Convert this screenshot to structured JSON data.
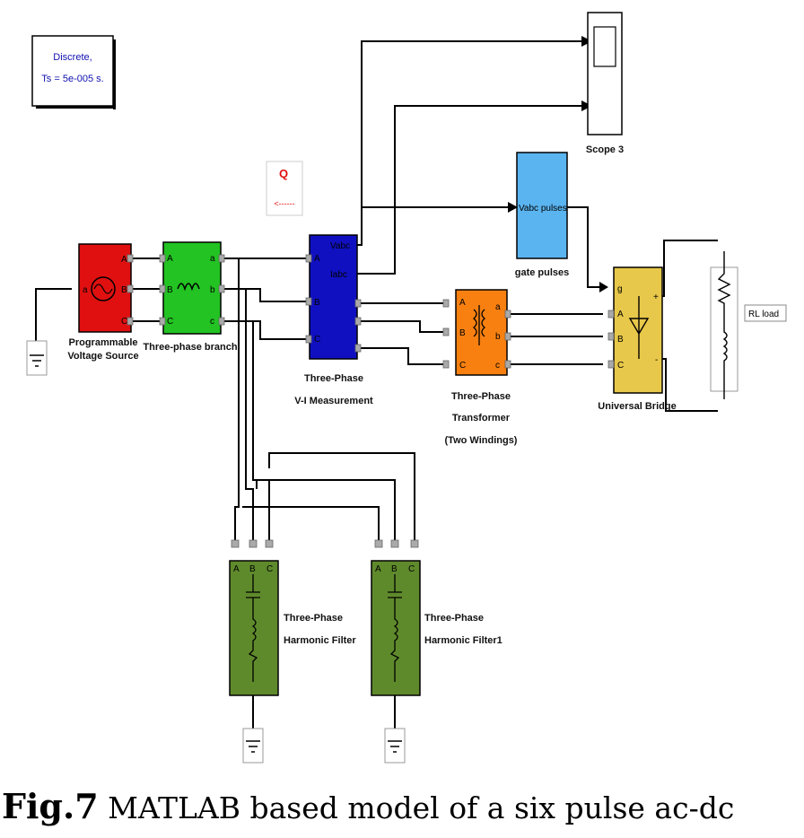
{
  "solver": {
    "line1": "Discrete,",
    "line2": "Ts = 5e-005 s."
  },
  "q_tag": {
    "symbol": "Q",
    "arrow": "<------"
  },
  "blocks": {
    "source": {
      "line1": "Programmable",
      "line2": "Voltage Source"
    },
    "branch": {
      "line1": "Three-phase branch"
    },
    "vi": {
      "line1": "Three-Phase",
      "line2": "V-I Measurement",
      "out1": "Vabc",
      "out2": "Iabc"
    },
    "transformer": {
      "line1": "Three-Phase",
      "line2": "Transformer",
      "line3": "(Two Windings)"
    },
    "gate": {
      "port": "Vabc pulses",
      "label": "gate pulses"
    },
    "scope": {
      "label": "Scope 3"
    },
    "bridge": {
      "label": "Universal Bridge"
    },
    "load": {
      "label": "RL load"
    },
    "filter1": {
      "line1": "Three-Phase",
      "line2": "Harmonic Filter"
    },
    "filter2": {
      "line1": "Three-Phase",
      "line2": "Harmonic Filter1"
    }
  },
  "ports": {
    "a": "A",
    "b": "B",
    "c": "C",
    "a2": "a",
    "b2": "b",
    "c2": "c",
    "plus": "+",
    "minus": "-",
    "g": "g"
  },
  "caption": {
    "fig": "Fig.7",
    "text": "MATLAB based model of a six pulse ac-dc"
  },
  "colors": {
    "source": "#e01010",
    "branch": "#22c322",
    "vi": "#1010c0",
    "transformer": "#f88010",
    "gate": "#5ab4f0",
    "bridge": "#e8c84a",
    "filter": "#5f8a2c"
  }
}
